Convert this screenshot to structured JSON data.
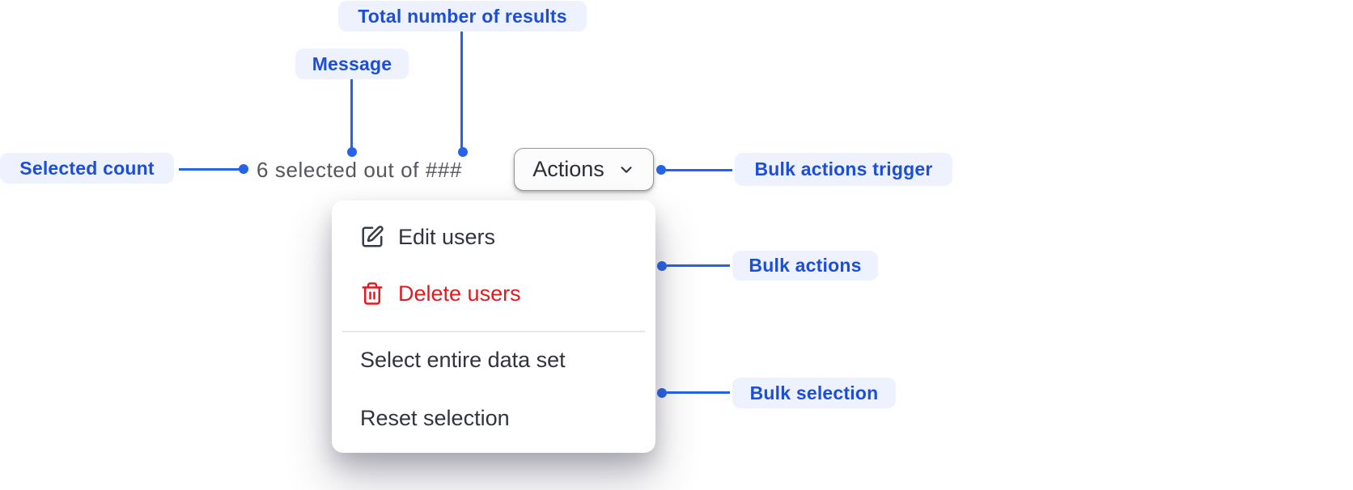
{
  "figure": {
    "description_colors": {
      "accent_blue": "#2563eb",
      "callout_bg": "#edf2fe",
      "callout_text": "#1d4ed8",
      "message_text": "#55565e",
      "menu_text": "#31343c",
      "danger_red": "#e01b20",
      "divider": "#e6e6e9",
      "button_border": "#97979c"
    }
  },
  "callouts": {
    "selected_count": "Selected count",
    "message": "Message",
    "total_results": "Total number of results",
    "bulk_actions_trigger": "Bulk actions trigger",
    "bulk_actions": "Bulk actions",
    "bulk_selection": "Bulk selection"
  },
  "selection_bar": {
    "message": "6 selected out of ###",
    "actions_button": "Actions"
  },
  "menu": {
    "items": [
      {
        "label": "Edit users",
        "icon": "edit-icon",
        "danger": false
      },
      {
        "label": "Delete users",
        "icon": "trash-icon",
        "danger": true
      },
      {
        "label": "Select entire data set",
        "icon": null,
        "danger": false
      },
      {
        "label": "Reset selection",
        "icon": null,
        "danger": false
      }
    ]
  }
}
